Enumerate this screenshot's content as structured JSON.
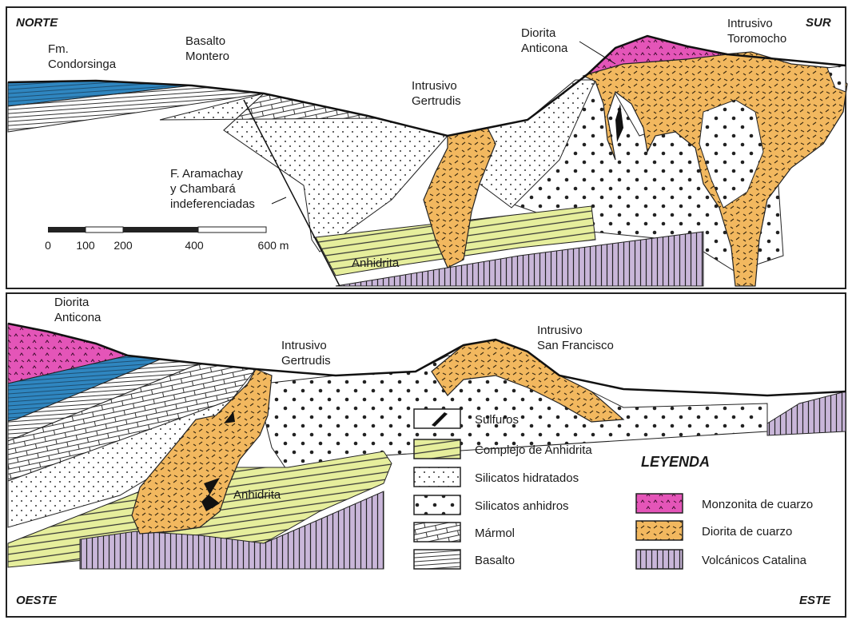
{
  "panel_top": {
    "corner_left": "NORTE",
    "corner_right": "SUR",
    "labels": {
      "condorsinga": [
        "Fm.",
        "Condorsinga"
      ],
      "basalto_montero": [
        "Basalto",
        "Montero"
      ],
      "diorita_anticona": [
        "Diorita",
        "Anticona"
      ],
      "intrusivo_toromocho": [
        "Intrusivo",
        "Toromocho"
      ],
      "intrusivo_gertrudis": [
        "Intrusivo",
        "Gertrudis"
      ],
      "aramachay": [
        "F. Aramachay",
        "y Chambará",
        "indeferenciadas"
      ],
      "anhidrita": "Anhidrita"
    },
    "scale_bar": {
      "ticks": [
        "0",
        "100",
        "200",
        "400",
        "600 m"
      ],
      "values_m": [
        0,
        100,
        200,
        400,
        600
      ]
    }
  },
  "panel_bottom": {
    "corner_left": "OESTE",
    "corner_right": "ESTE",
    "labels": {
      "diorita_anticona": [
        "Diorita",
        "Anticona"
      ],
      "intrusivo_gertrudis": [
        "Intrusivo",
        "Gertrudis"
      ],
      "intrusivo_san_francisco": [
        "Intrusivo",
        "San Francisco"
      ],
      "anhidrita": "Anhidrita"
    }
  },
  "legend": {
    "title": "LEYENDA",
    "left_items": [
      {
        "label": "Sulfuros",
        "pattern": "sulfide"
      },
      {
        "label": "Complejo de Anhidrita",
        "pattern": "anhydrite",
        "color": "#e6ee9c"
      },
      {
        "label": "Silicatos hidratados",
        "pattern": "silicates-hydrated"
      },
      {
        "label": "Silicatos anhidros",
        "pattern": "silicates-anhydrous"
      },
      {
        "label": "Mármol",
        "pattern": "marble"
      },
      {
        "label": "Basalto",
        "pattern": "basalt"
      }
    ],
    "right_items": [
      {
        "label": "Monzonita de cuarzo",
        "pattern": "monzonite",
        "color": "#e455b8"
      },
      {
        "label": "Diorita de cuarzo",
        "pattern": "diorite",
        "color": "#f2b85f"
      },
      {
        "label": "Volcánicos Catalina",
        "pattern": "volcanic",
        "color": "#c9b6d9"
      }
    ]
  },
  "colors": {
    "blue_formation": "#2f86c0",
    "anhydrite": "#e6ee9c",
    "diorite": "#f2b85f",
    "monzonite": "#e455b8",
    "volcanic": "#c9b6d9"
  }
}
